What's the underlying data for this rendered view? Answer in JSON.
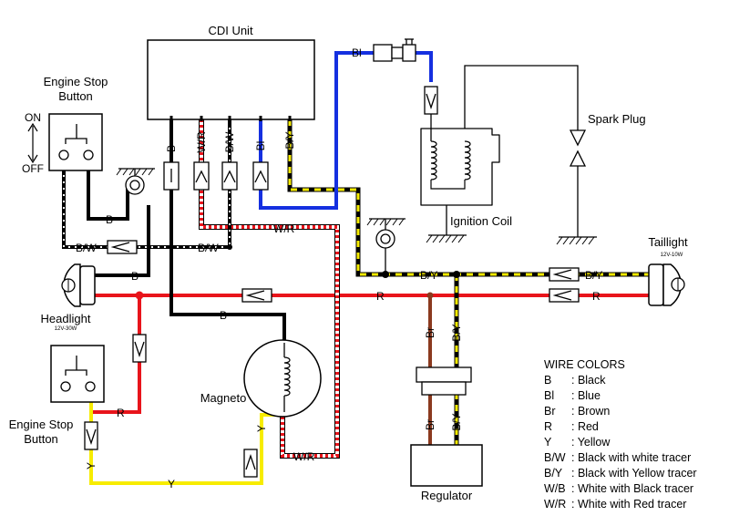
{
  "components": {
    "cdi_unit": "CDI Unit",
    "engine_stop_top": "Engine Stop\nButton",
    "engine_stop_bottom": "Engine Stop\nButton",
    "switch_on": "ON",
    "switch_off": "OFF",
    "spark_plug": "Spark Plug",
    "ignition_coil": "Ignition Coil",
    "taillight": "Taillight",
    "taillight_rating": "12V-10W",
    "headlight": "Headlight",
    "headlight_rating": "12V-30W",
    "magneto": "Magneto",
    "regulator": "Regulator"
  },
  "wire_labels": {
    "cdi_b": "B",
    "cdi_wr": "W/R",
    "cdi_bw": "B/W",
    "cdi_bl": "Bl",
    "cdi_by": "B/Y",
    "top_bl": "Bl",
    "b_ground": "B",
    "bw_left": "B/W",
    "bw_right": "B/W",
    "wr_mid": "W/R",
    "b_headlight": "B",
    "by_main": "B/Y",
    "by_tail": "B/Y",
    "r_main": "R",
    "r_tail": "R",
    "b_magneto": "B",
    "br_upper": "Br",
    "by_upper": "B/Y",
    "br_lower": "Br",
    "by_lower": "B/Y",
    "r_lower": "R",
    "y_magneto": "Y",
    "y_bottom": "Y",
    "y_left": "Y",
    "wr_bottom": "W/R"
  },
  "legend": {
    "title": "WIRE COLORS",
    "entries": [
      {
        "code": "B",
        "name": ": Black"
      },
      {
        "code": "Bl",
        "name": ": Blue"
      },
      {
        "code": "Br",
        "name": ": Brown"
      },
      {
        "code": "R",
        "name": ": Red"
      },
      {
        "code": "Y",
        "name": ": Yellow"
      },
      {
        "code": "B/W",
        "name": ": Black with white tracer"
      },
      {
        "code": "B/Y",
        "name": ": Black with Yellow tracer"
      },
      {
        "code": "W/B",
        "name": ": White with Black tracer"
      },
      {
        "code": "W/R",
        "name": ": White with Red tracer"
      }
    ]
  },
  "colors": {
    "black": "#000000",
    "red": "#e8141b",
    "blue": "#1530e0",
    "yellow": "#f7ec00",
    "brown": "#8b3a1f",
    "white": "#ffffff"
  }
}
